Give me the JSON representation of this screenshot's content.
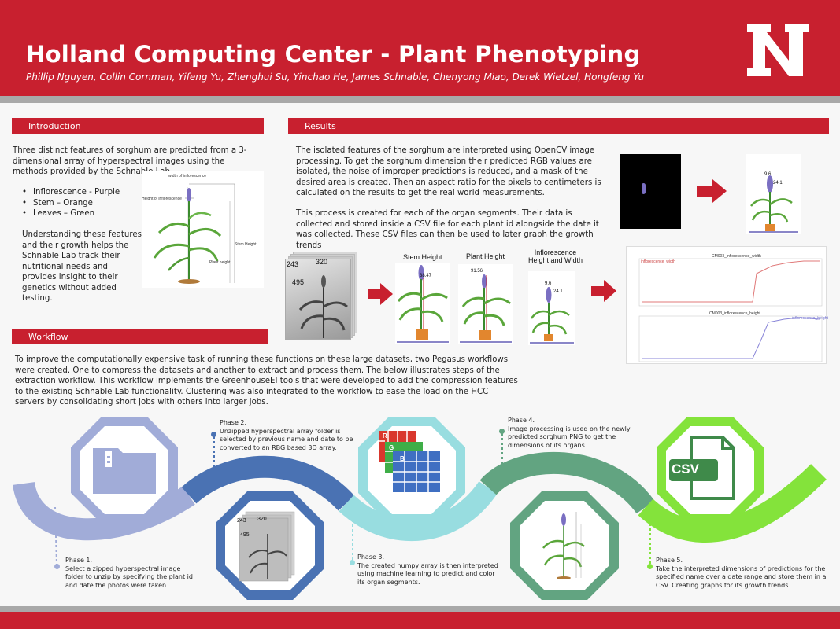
{
  "header": {
    "title": "Holland Computing Center - Plant Phenotyping",
    "authors": "Phillip Nguyen, Collin Cornman, Yifeng Yu, Zhenghui Su, Yinchao He, James Schnable, Chenyong Miao, Derek Wietzel, Hongfeng Yu",
    "logo_letter": "N"
  },
  "colors": {
    "brand_red": "#c8202f",
    "phase1": "#a1acd8",
    "phase2": "#4a72b3",
    "phase3": "#98dde0",
    "phase4": "#62a481",
    "phase5": "#84e33b"
  },
  "introduction": {
    "heading": "Introduction",
    "paragraph": "Three distinct features of sorghum are predicted from a 3-dimensional array of hyperspectral images using the methods provided by the Schnable Lab.",
    "bullets": [
      "Inflorescence - Purple",
      "Stem – Orange",
      "Leaves – Green"
    ],
    "paragraph2": "Understanding these features and their growth helps the Schnable Lab track their nutritional needs and provides insight to their genetics without added testing.",
    "diagram": {
      "width_label": "width of inflorescence",
      "height_inf_label": "Height of inflorescence",
      "stem_label": "Stem Height",
      "plant_label": "Plant height"
    }
  },
  "results": {
    "heading": "Results",
    "paragraph": "The isolated features of the sorghum are interpreted using OpenCV image processing. To get the sorghum dimension their predicted RGB values are isolated, the noise of improper predictions is reduced, and a mask of the desired area is created. Then an aspect ratio for the pixels to centimeters is calculated on the results to get the real world measurements.",
    "paragraph2": "This process is created for each of the organ segments. Their data is collected and stored inside a CSV file for each plant id alongside the date it was collected. These CSV files can then be used to later graph the growth trends",
    "cube_labels": [
      "243",
      "320",
      "495"
    ],
    "stem_height_label": "Stem Height",
    "plant_height_label": "Plant Height",
    "inflorescence_label": "Inflorescence Height and Width",
    "stem_value": "38.47",
    "plant_value": "91.56",
    "inf_height_value": "9.6",
    "inf_width_value": "24.1",
    "chart_top_title": "CM003_inflorescence_width",
    "chart_bottom_title": "CM003_inflorescence_height",
    "chart_top_legend": "inflorescence_width",
    "chart_bottom_legend": "inflorescence_height"
  },
  "workflow": {
    "heading": "Workflow",
    "paragraph": "To improve the computationally expensive task of running these functions on these large datasets, two Pegasus workflows were created. One to compress the datasets and another to extract and process them. The below illustrates steps of the extraction workflow. This workflow implements the GreenhouseEI tools that were developed to add the compression features to the existing Schnable Lab functionality. Clustering was also integrated to the workflow to ease the load on the HCC servers by consolidating short jobs with others into larger jobs.",
    "phases": [
      {
        "title": "Phase 1.",
        "text": "Select a zipped hyperspectral image folder to unzip by specifying the plant id and date the photos were taken."
      },
      {
        "title": "Phase 2.",
        "text": "Unzipped hyperspectral array folder is selected by previous name and date to be converted to an RBG based 3D array."
      },
      {
        "title": "Phase 3.",
        "text": "The created numpy array is then interpreted using machine learning to predict and color its organ segments."
      },
      {
        "title": "Phase 4.",
        "text": "Image processing is used on the newly predicted sorghum PNG to get the dimensions of its organs."
      },
      {
        "title": "Phase 5.",
        "text": "Take the interpreted dimensions of predictions for the specified name over a date range and store them in a CSV. Creating graphs for its growth trends."
      }
    ],
    "rgb_letters": [
      "R",
      "G",
      "B"
    ],
    "csv_label": "CSV",
    "cube_labels": [
      "243",
      "320",
      "495"
    ]
  }
}
